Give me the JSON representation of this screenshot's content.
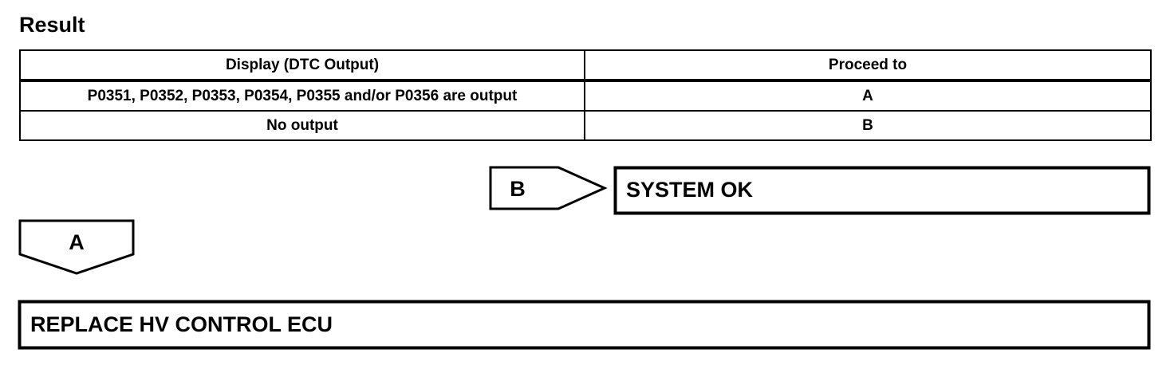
{
  "heading": "Result",
  "table": {
    "headers": [
      "Display (DTC Output)",
      "Proceed to"
    ],
    "rows": [
      [
        "P0351, P0352, P0353, P0354, P0355 and/or P0356 are output",
        "A"
      ],
      [
        "No output",
        "B"
      ]
    ]
  },
  "flow": {
    "branch_b": {
      "letter": "B",
      "target": "SYSTEM OK"
    },
    "branch_a": {
      "letter": "A",
      "target": "REPLACE HV CONTROL ECU"
    }
  }
}
